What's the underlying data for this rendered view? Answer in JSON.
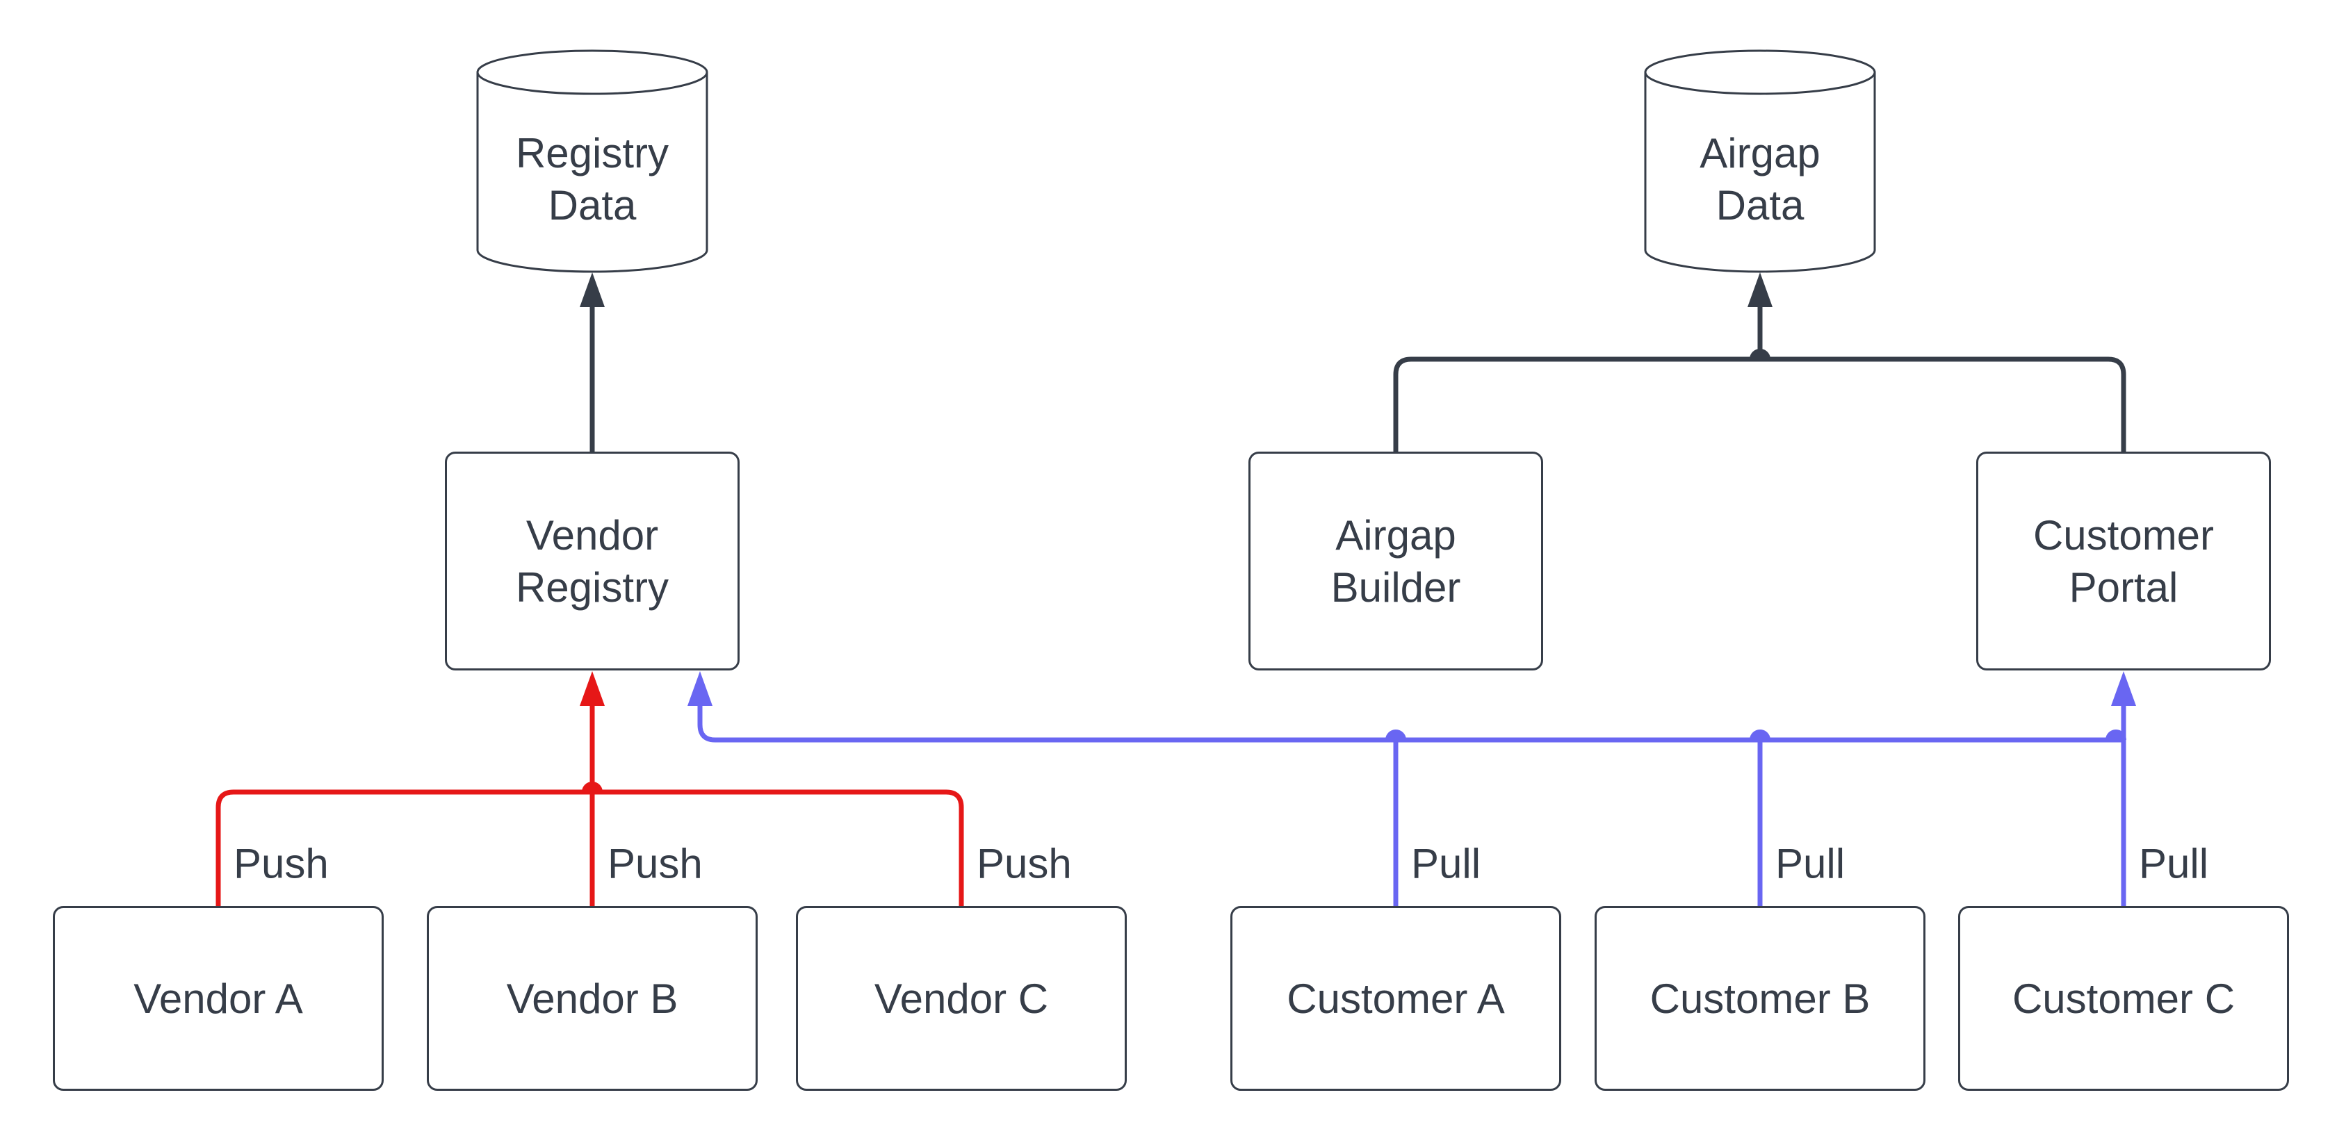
{
  "diagram": {
    "colors": {
      "ink": "#363d48",
      "push": "#e61717",
      "pull": "#6966f2",
      "node_fill": "#ffffff",
      "background": "#ffffff"
    },
    "datastores": [
      {
        "id": "registry-data",
        "label": "Registry Data"
      },
      {
        "id": "airgap-data",
        "label": "Airgap Data"
      }
    ],
    "services": [
      {
        "id": "vendor-registry",
        "label": "Vendor Registry"
      },
      {
        "id": "airgap-builder",
        "label": "Airgap Builder"
      },
      {
        "id": "customer-portal",
        "label": "Customer Portal"
      }
    ],
    "endpoints": [
      {
        "id": "vendor-a",
        "label": "Vendor A"
      },
      {
        "id": "vendor-b",
        "label": "Vendor B"
      },
      {
        "id": "vendor-c",
        "label": "Vendor C"
      },
      {
        "id": "customer-a",
        "label": "Customer A"
      },
      {
        "id": "customer-b",
        "label": "Customer B"
      },
      {
        "id": "customer-c",
        "label": "Customer C"
      }
    ],
    "edge_labels": [
      {
        "text": "Push"
      },
      {
        "text": "Push"
      },
      {
        "text": "Push"
      },
      {
        "text": "Pull"
      },
      {
        "text": "Pull"
      },
      {
        "text": "Pull"
      }
    ]
  }
}
